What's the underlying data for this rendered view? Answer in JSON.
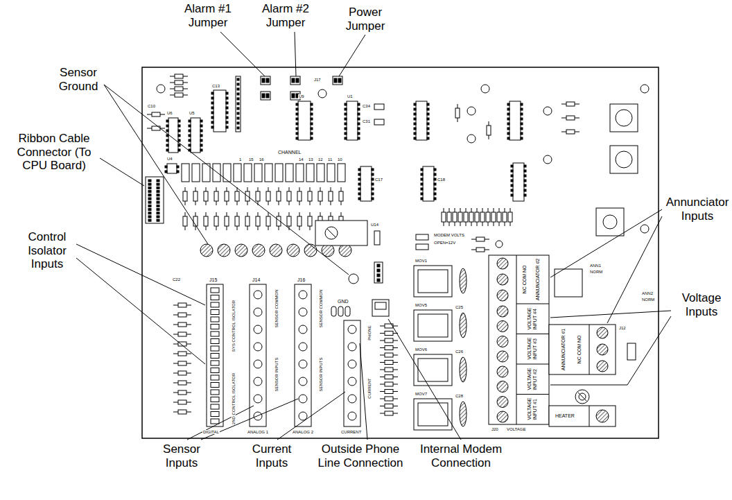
{
  "diagram": {
    "labels": [
      "Alarm #1 Jumper",
      "Alarm #2 Jumper",
      "Power Jumper",
      "Sensor Ground",
      "Ribbon Cable Connector (To CPU Board)",
      "Control Isolator Inputs",
      "Sensor Inputs",
      "Current Inputs",
      "Outside Phone Line Connection",
      "Internal Modem Connection",
      "Annunciator Inputs",
      "Voltage Inputs",
      "CHANNEL",
      "1",
      "15",
      "16",
      "14",
      "13",
      "12",
      "11",
      "10",
      "MODEM VOLTS",
      "OPEN=12V",
      "GND",
      "J15",
      "J14",
      "J16",
      "DIGITAL",
      "ANALOG 1",
      "ANALOG 2",
      "CURRENT",
      "J20",
      "VOLTAGE",
      "NC COM NO",
      "ANNUNCIATOR #2",
      "VOLTAGE INPUT #4",
      "VOLTAGE INPUT #3",
      "VOLTAGE INPUT #2",
      "VOLTAGE INPUT #1",
      "NC COM NO",
      "ANNUNCIATOR #1",
      "J12",
      "HEATER",
      "SYS CONTROL ISOLATOR",
      "2ND CONTROL ISOLATOR",
      "SENSOR COMMON",
      "SENSOR INPUTS",
      "SENSOR COMMON",
      "SENSOR INPUTS",
      "PHONE",
      "CURRENT",
      "C13",
      "U9",
      "U1",
      "C34",
      "C31",
      "C17",
      "C18",
      "C10",
      "U4",
      "U6",
      "U5",
      "C22",
      "U14",
      "MOV1",
      "MOV5",
      "MOV6",
      "MOV7",
      "C25",
      "C26",
      "C28",
      "J17",
      "ANN1",
      "NORM",
      "ANN2",
      "NORM"
    ]
  }
}
